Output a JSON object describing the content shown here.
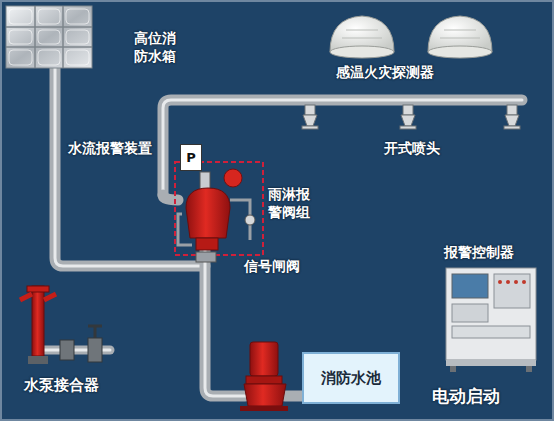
{
  "diagram": {
    "nodes": [
      {
        "text": [
          "P"
        ]
      },
      {
        "text": [
          "消防水池"
        ]
      }
    ],
    "labels": [
      "高位消防水箱",
      "感温火灾探测器",
      "水流报警装置",
      "开式喷头",
      "雨淋报警阀组",
      "信号闸阀",
      "报警控制器",
      "水泵接合器",
      "电动启动"
    ]
  }
}
